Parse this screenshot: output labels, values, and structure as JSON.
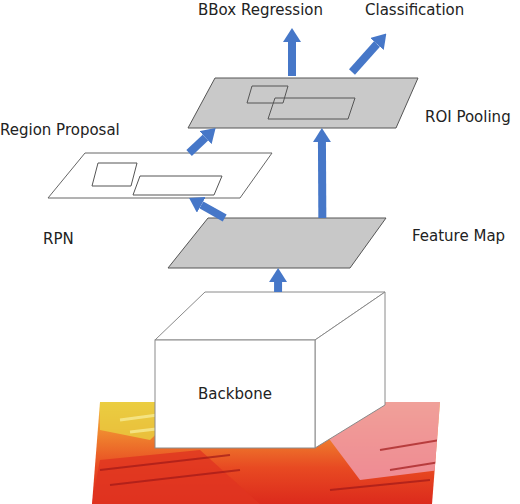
{
  "diagram": {
    "nodes": [
      {
        "text": [
          "ROI Pooling"
        ]
      },
      {
        "text": [
          "Region Proposal"
        ]
      },
      {
        "text": [
          "Feature Map"
        ]
      },
      {
        "text": [
          "Backbone"
        ]
      }
    ],
    "edges": [
      {
        "from": 3,
        "to": 2,
        "arrow": "to"
      },
      {
        "from": 2,
        "to": 1,
        "arrow": "to"
      },
      {
        "from": 1,
        "to": 0,
        "arrow": "to"
      },
      {
        "from": 2,
        "to": 0,
        "arrow": "to"
      }
    ],
    "labels": [
      "BBox Regression",
      "Classification",
      "RPN"
    ]
  }
}
